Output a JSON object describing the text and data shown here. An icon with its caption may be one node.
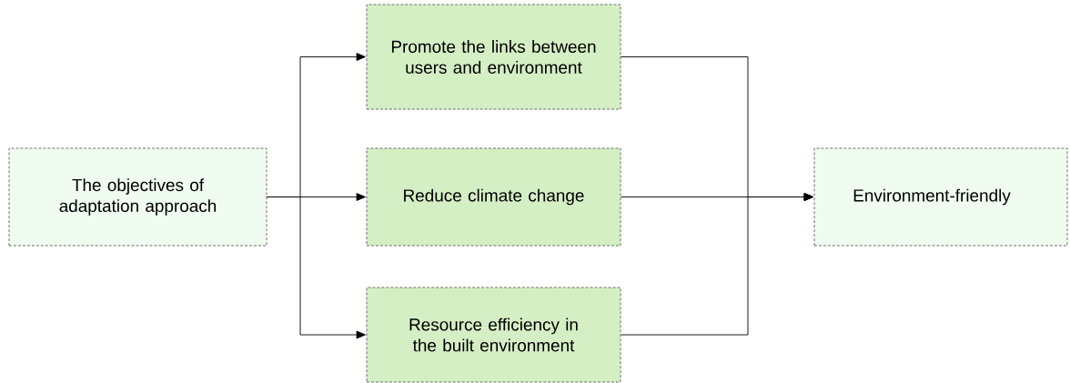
{
  "diagram": {
    "nodes": [
      {
        "text": [
          "The objectives of adaptation approach"
        ]
      },
      {
        "text": [
          "Promote the links between users and environment"
        ]
      },
      {
        "text": [
          "Reduce climate change"
        ]
      },
      {
        "text": [
          "Resource efficiency in the built environment"
        ]
      },
      {
        "text": [
          "Environment-friendly"
        ]
      }
    ],
    "edges": [
      {
        "from": 0,
        "to": 1,
        "arrow": "to"
      },
      {
        "from": 0,
        "to": 2,
        "arrow": "to"
      },
      {
        "from": 0,
        "to": 3,
        "arrow": "to"
      },
      {
        "from": 1,
        "to": 4,
        "arrow": "to"
      },
      {
        "from": 2,
        "to": 4,
        "arrow": "to"
      },
      {
        "from": 3,
        "to": 4,
        "arrow": "to"
      }
    ]
  }
}
